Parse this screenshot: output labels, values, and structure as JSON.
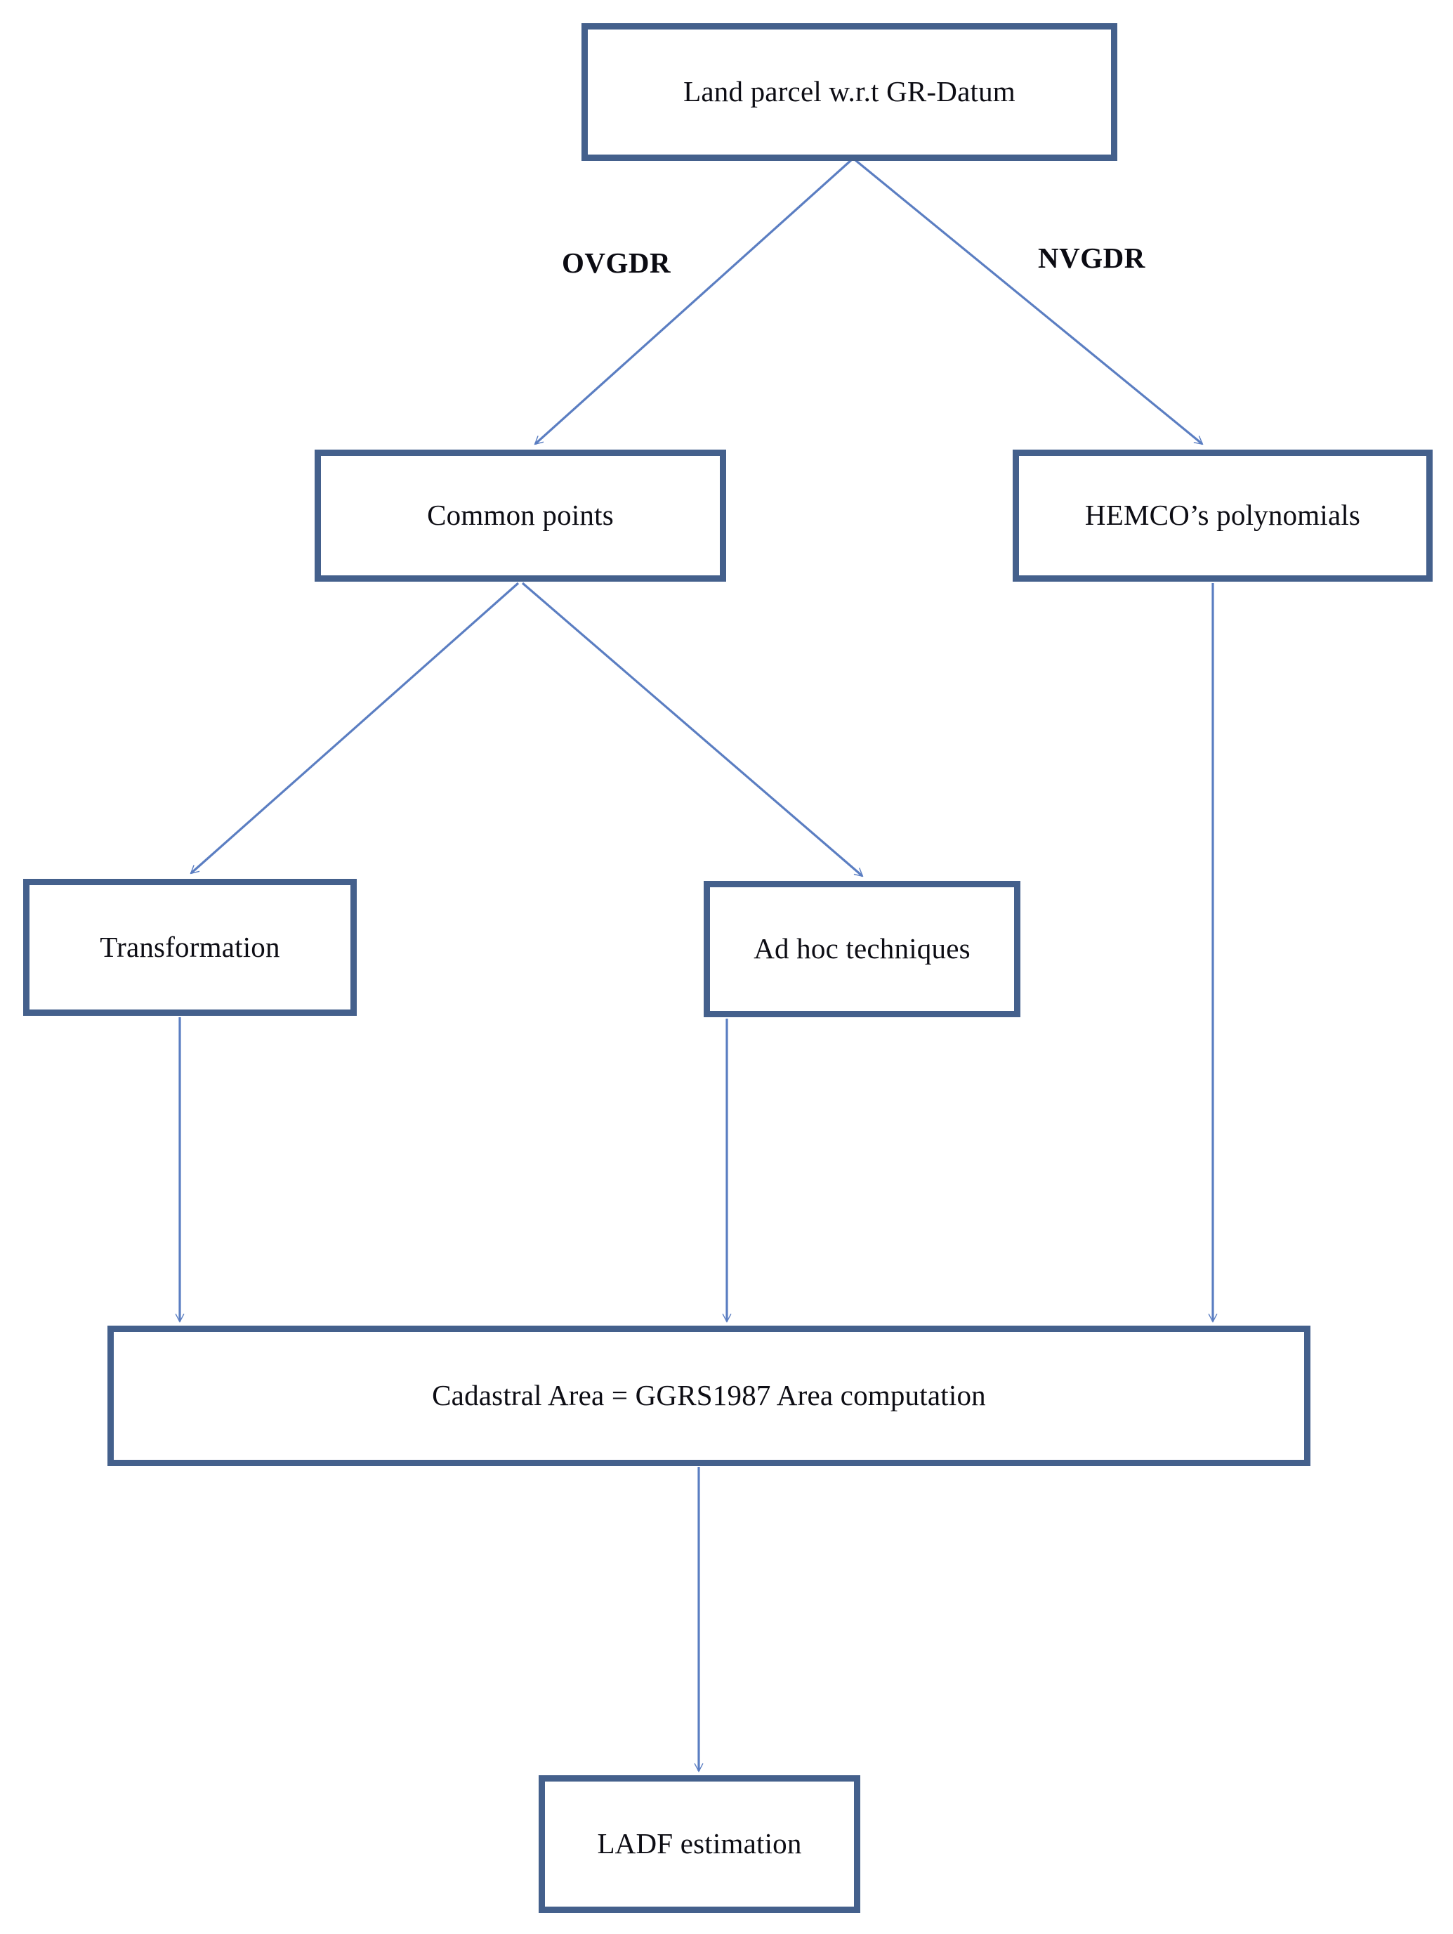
{
  "diagram": {
    "title": "Land parcel cadastral area workflow",
    "colors": {
      "node_border": "#44608C",
      "node_fill": "#FFFFFF",
      "edge_stroke": "#5B7EC2",
      "text": "#0D0D14"
    },
    "nodes": [
      {
        "id": "root",
        "label": "Land parcel w.r.t GR-Datum"
      },
      {
        "id": "common",
        "label": "Common points"
      },
      {
        "id": "hemco",
        "label": "HEMCO’s polynomials"
      },
      {
        "id": "transform",
        "label": "Transformation"
      },
      {
        "id": "adhoc",
        "label": "Ad hoc techniques"
      },
      {
        "id": "cadastral",
        "label": "Cadastral Area = GGRS1987 Area computation"
      },
      {
        "id": "ladf",
        "label": "LADF estimation"
      }
    ],
    "edge_labels": [
      {
        "id": "ovgdr",
        "label": "OVGDR"
      },
      {
        "id": "nvgdr",
        "label": "NVGDR"
      }
    ],
    "edges": [
      {
        "from": "root",
        "to": "common",
        "label": "OVGDR"
      },
      {
        "from": "root",
        "to": "hemco",
        "label": "NVGDR"
      },
      {
        "from": "common",
        "to": "transform",
        "label": ""
      },
      {
        "from": "common",
        "to": "adhoc",
        "label": ""
      },
      {
        "from": "transform",
        "to": "cadastral",
        "label": ""
      },
      {
        "from": "adhoc",
        "to": "cadastral",
        "label": ""
      },
      {
        "from": "hemco",
        "to": "cadastral",
        "label": ""
      },
      {
        "from": "cadastral",
        "to": "ladf",
        "label": ""
      }
    ]
  }
}
